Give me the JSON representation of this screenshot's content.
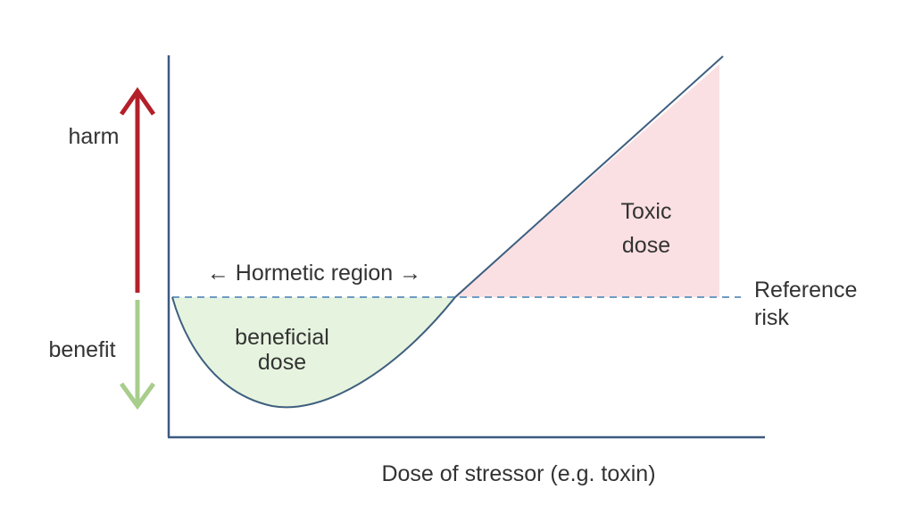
{
  "labels": {
    "harm": "harm",
    "benefit": "benefit",
    "hormetic_region": "← Hormetic region →",
    "beneficial_line1": "beneficial",
    "beneficial_line2": "dose",
    "toxic_line1": "Toxic",
    "toxic_line2": "dose",
    "reference_line1": "Reference",
    "reference_line2": "risk",
    "x_axis": "Dose of stressor (e.g. toxin)"
  },
  "colors": {
    "axis": "#3d5a80",
    "curve": "#3f5f7f",
    "reference_line": "#6f9bc2",
    "harm_arrow": "#b3202a",
    "benefit_arrow": "#a8cd8c",
    "beneficial_fill": "#e6f4df",
    "toxic_fill": "#fbe0e3",
    "text": "#333333"
  }
}
